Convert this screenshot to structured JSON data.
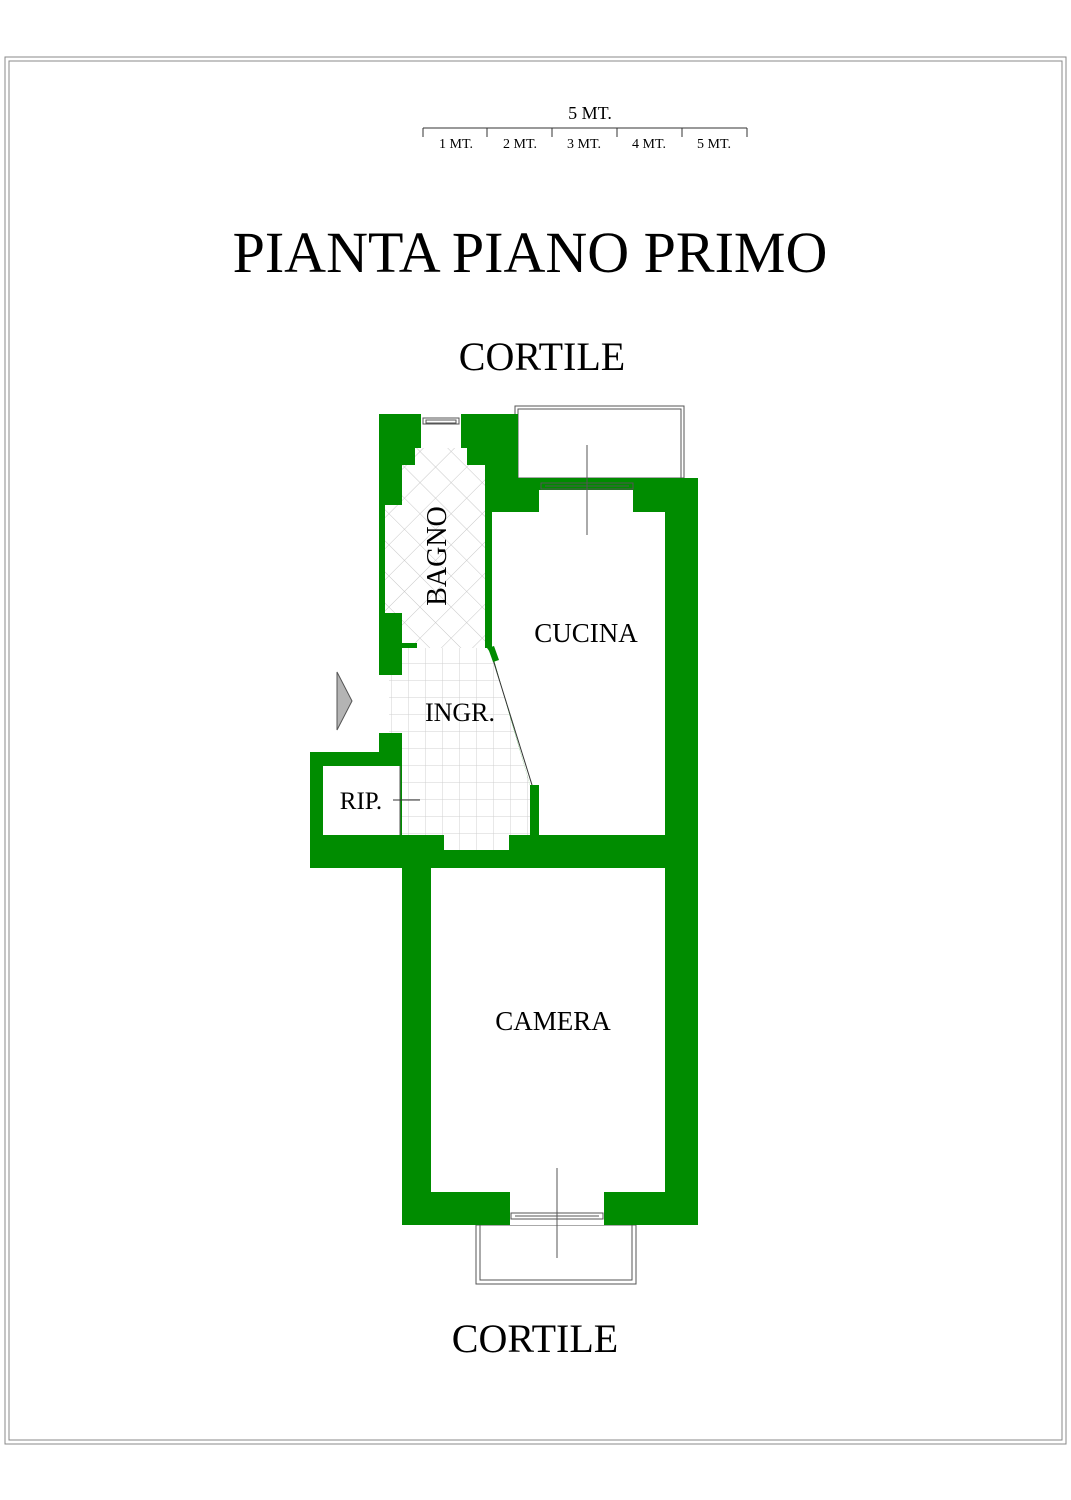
{
  "scale": {
    "total_label": "5 MT.",
    "segments": [
      "1 MT.",
      "2 MT.",
      "3 MT.",
      "4 MT.",
      "5 MT."
    ]
  },
  "title": "PIANTA PIANO PRIMO",
  "orientation": {
    "top_label": "CORTILE",
    "bottom_label": "CORTILE"
  },
  "rooms": {
    "bagno": "BAGNO",
    "cucina": "CUCINA",
    "ingresso": "INGR.",
    "ripostiglio": "RIP.",
    "camera": "CAMERA"
  },
  "colors": {
    "wall": "#008c00",
    "entry_arrow": "#b4b4b4"
  }
}
